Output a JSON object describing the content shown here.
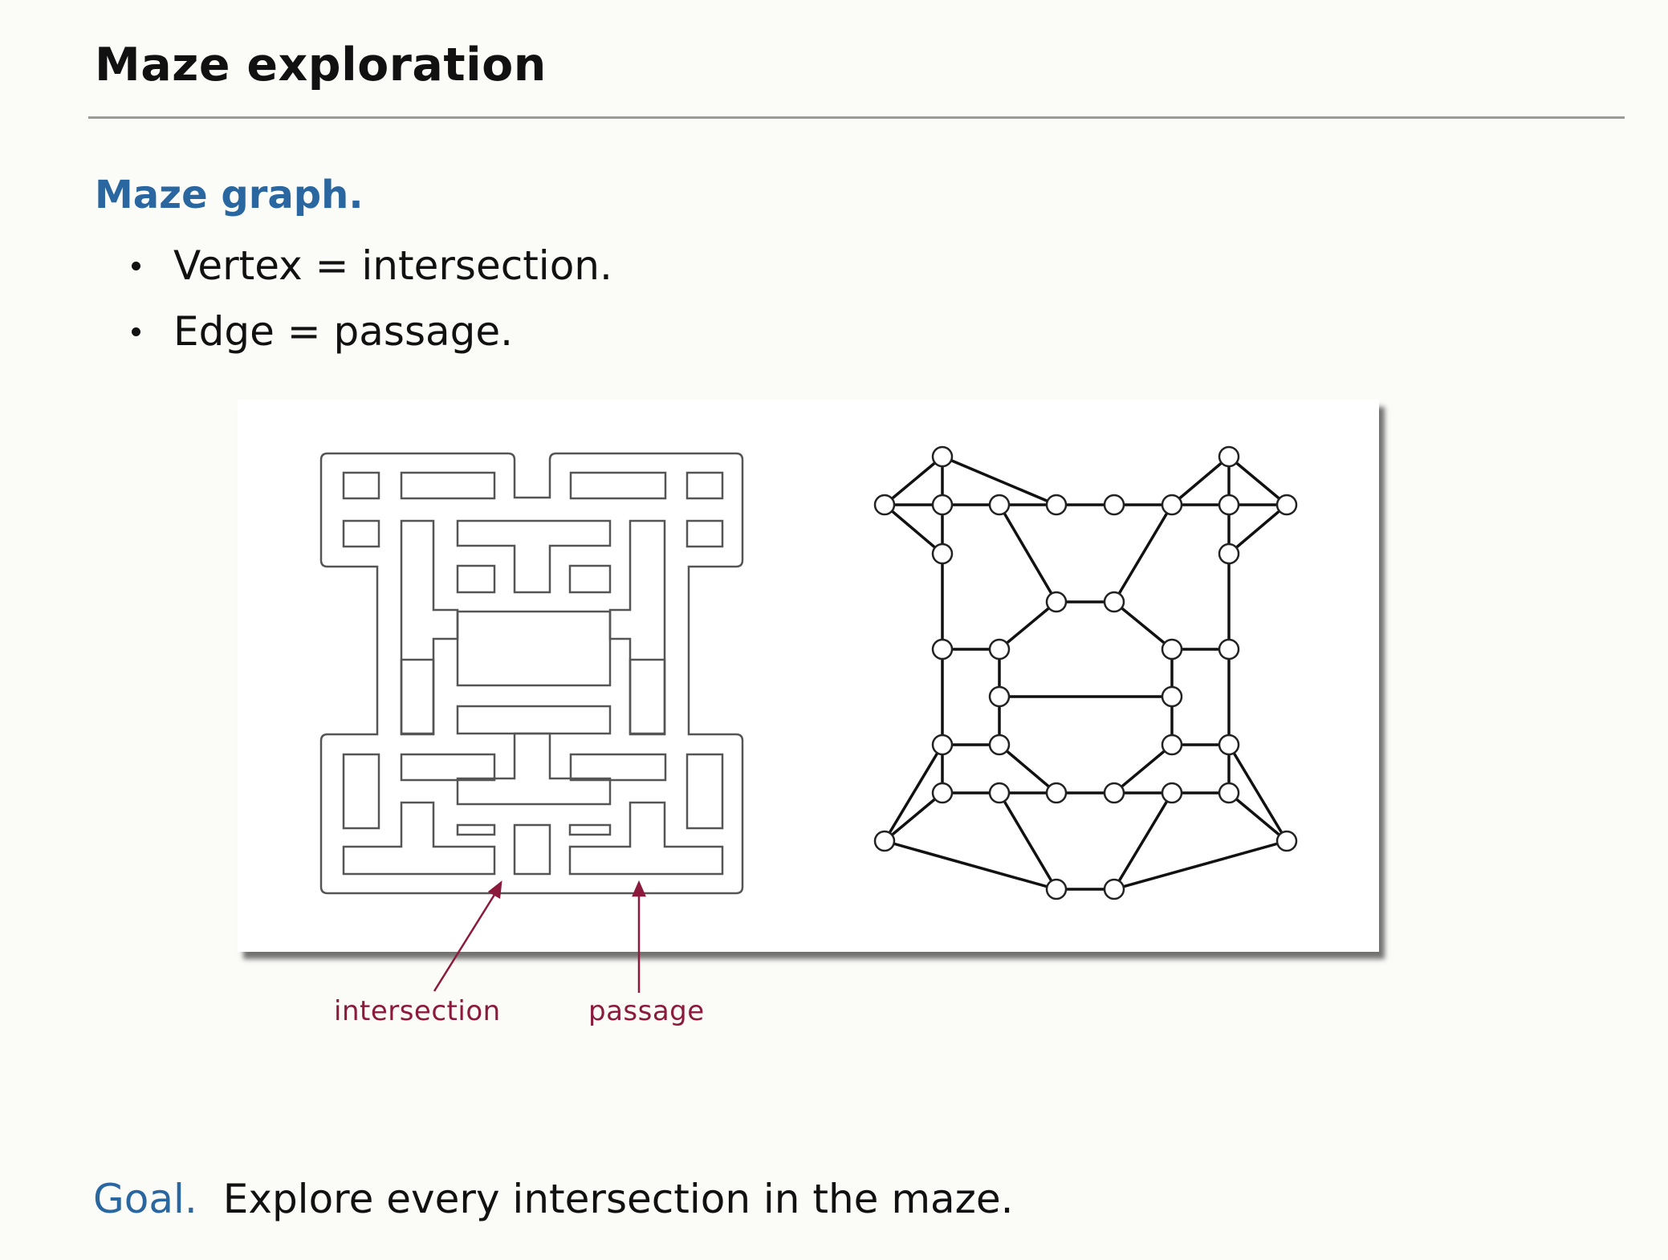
{
  "slide": {
    "title": "Maze exploration",
    "section_heading": "Maze graph.",
    "bullets": [
      "Vertex = intersection.",
      "Edge = passage."
    ],
    "annotations": {
      "intersection": "intersection",
      "passage": "passage"
    },
    "goal_label": "Goal.",
    "goal_text": "Explore every intersection in the maze."
  },
  "colors": {
    "heading_blue": "#2a66a0",
    "annotation_red": "#8b1a3c",
    "rule_gray": "#9a9a9a"
  },
  "graph": {
    "vertex_count": 36
  }
}
